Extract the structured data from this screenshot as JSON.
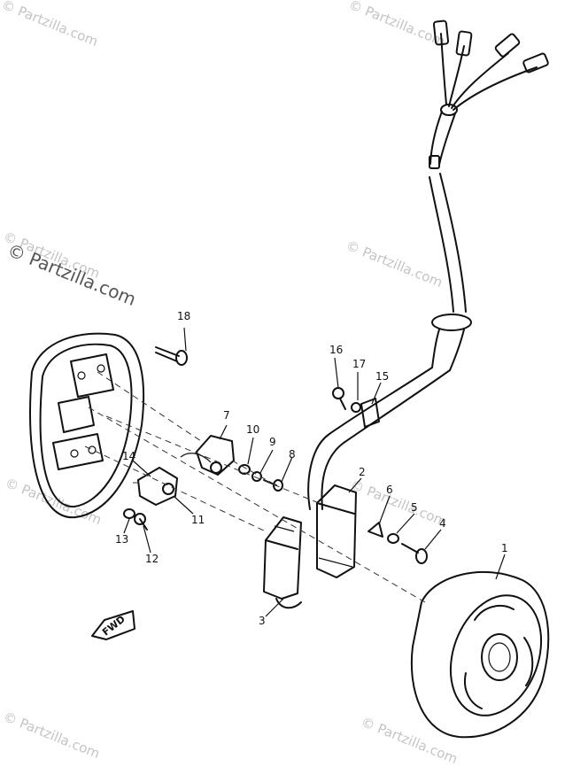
{
  "watermark": {
    "text": "© Partzilla.com"
  },
  "labels": {
    "p1": "1",
    "p2": "2",
    "p3": "3",
    "p4": "4",
    "p5": "5",
    "p6": "6",
    "p7": "7",
    "p8": "8",
    "p9": "9",
    "p10": "10",
    "p11": "11",
    "p12": "12",
    "p13": "13",
    "p14": "14",
    "p15": "15",
    "p16": "16",
    "p17": "17",
    "p18": "18"
  },
  "fwd_marker": "FWD"
}
